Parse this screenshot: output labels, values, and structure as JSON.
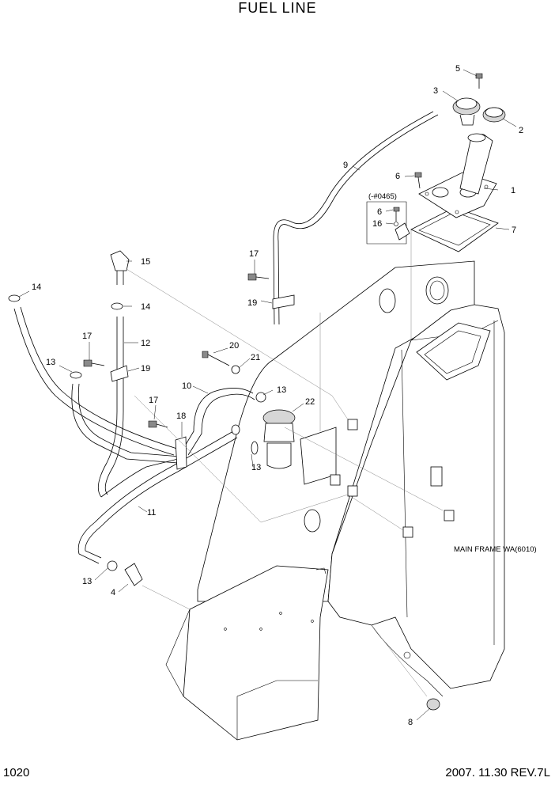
{
  "title": "FUEL LINE",
  "page_number": "1020",
  "revision": "2007. 11.30  REV.7L",
  "serial_note": "(-#0465)",
  "frame_label": "MAIN FRAME WA(6010)",
  "callouts": [
    {
      "id": "c1",
      "text": "1"
    },
    {
      "id": "c2",
      "text": "2"
    },
    {
      "id": "c3",
      "text": "3"
    },
    {
      "id": "c4",
      "text": "4"
    },
    {
      "id": "c5",
      "text": "5"
    },
    {
      "id": "c6a",
      "text": "6"
    },
    {
      "id": "c6b",
      "text": "6"
    },
    {
      "id": "c7",
      "text": "7"
    },
    {
      "id": "c8",
      "text": "8"
    },
    {
      "id": "c9",
      "text": "9"
    },
    {
      "id": "c10",
      "text": "10"
    },
    {
      "id": "c11",
      "text": "11"
    },
    {
      "id": "c12",
      "text": "12"
    },
    {
      "id": "c13a",
      "text": "13"
    },
    {
      "id": "c13b",
      "text": "13"
    },
    {
      "id": "c13c",
      "text": "13"
    },
    {
      "id": "c13d",
      "text": "13"
    },
    {
      "id": "c14a",
      "text": "14"
    },
    {
      "id": "c14b",
      "text": "14"
    },
    {
      "id": "c15",
      "text": "15"
    },
    {
      "id": "c16",
      "text": "16"
    },
    {
      "id": "c17a",
      "text": "17"
    },
    {
      "id": "c17b",
      "text": "17"
    },
    {
      "id": "c17c",
      "text": "17"
    },
    {
      "id": "c18",
      "text": "18"
    },
    {
      "id": "c19a",
      "text": "19"
    },
    {
      "id": "c19b",
      "text": "19"
    },
    {
      "id": "c20",
      "text": "20"
    },
    {
      "id": "c21",
      "text": "21"
    },
    {
      "id": "c22",
      "text": "22"
    }
  ]
}
